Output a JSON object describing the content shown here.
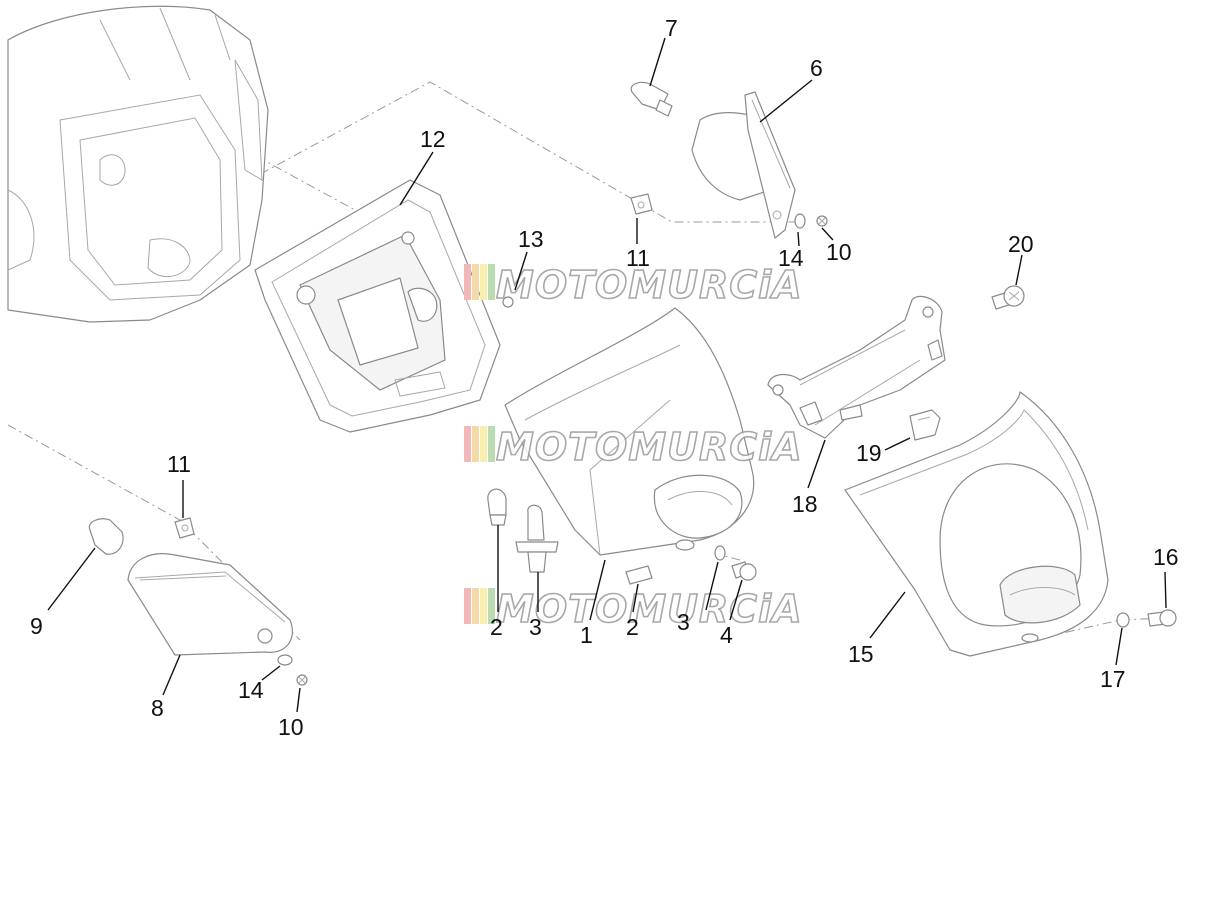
{
  "watermark": {
    "text": "MOTOMURCiA",
    "stripe_colors": [
      "#f2b8b8",
      "#f5d9a6",
      "#f7f0b0",
      "#b9dcb0"
    ]
  },
  "callouts": [
    {
      "id": "c1",
      "label": "1"
    },
    {
      "id": "c2a",
      "label": "2"
    },
    {
      "id": "c2b",
      "label": "2"
    },
    {
      "id": "c3a",
      "label": "3"
    },
    {
      "id": "c3b",
      "label": "3"
    },
    {
      "id": "c4",
      "label": "4"
    },
    {
      "id": "c6",
      "label": "6"
    },
    {
      "id": "c7",
      "label": "7"
    },
    {
      "id": "c8",
      "label": "8"
    },
    {
      "id": "c9",
      "label": "9"
    },
    {
      "id": "c10a",
      "label": "10"
    },
    {
      "id": "c10b",
      "label": "10"
    },
    {
      "id": "c11a",
      "label": "11"
    },
    {
      "id": "c11b",
      "label": "11"
    },
    {
      "id": "c12",
      "label": "12"
    },
    {
      "id": "c13",
      "label": "13"
    },
    {
      "id": "c14a",
      "label": "14"
    },
    {
      "id": "c14b",
      "label": "14"
    },
    {
      "id": "c15",
      "label": "15"
    },
    {
      "id": "c16",
      "label": "16"
    },
    {
      "id": "c17",
      "label": "17"
    },
    {
      "id": "c18",
      "label": "18"
    },
    {
      "id": "c19",
      "label": "19"
    },
    {
      "id": "c20",
      "label": "20"
    }
  ]
}
